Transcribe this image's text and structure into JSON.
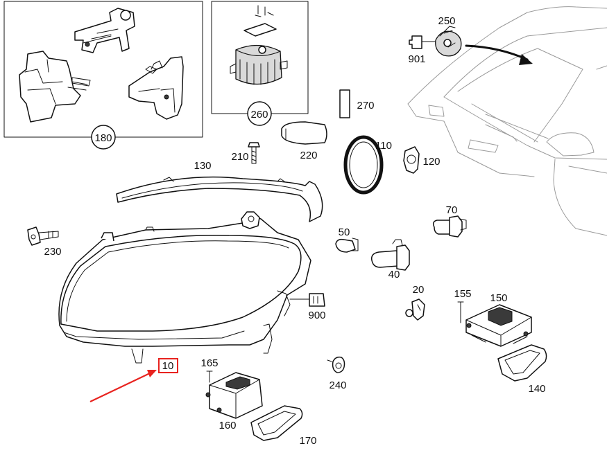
{
  "callouts": {
    "c10": "10",
    "c20": "20",
    "c40": "40",
    "c50": "50",
    "c70": "70",
    "c110": "110",
    "c120": "120",
    "c130": "130",
    "c140": "140",
    "c150": "150",
    "c155": "155",
    "c160": "160",
    "c165": "165",
    "c170": "170",
    "c180": "180",
    "c210": "210",
    "c220": "220",
    "c230": "230",
    "c240": "240",
    "c250": "250",
    "c260": "260",
    "c270": "270",
    "c900": "900",
    "c901": "901"
  },
  "colors": {
    "highlight": "#e8231f",
    "line": "#111111",
    "car_outline": "#9a9a9a"
  },
  "icons": [
    "headlamp-housing-icon",
    "bulb-icon",
    "screw-icon",
    "control-unit-icon",
    "gasket-icon",
    "connector-icon"
  ]
}
